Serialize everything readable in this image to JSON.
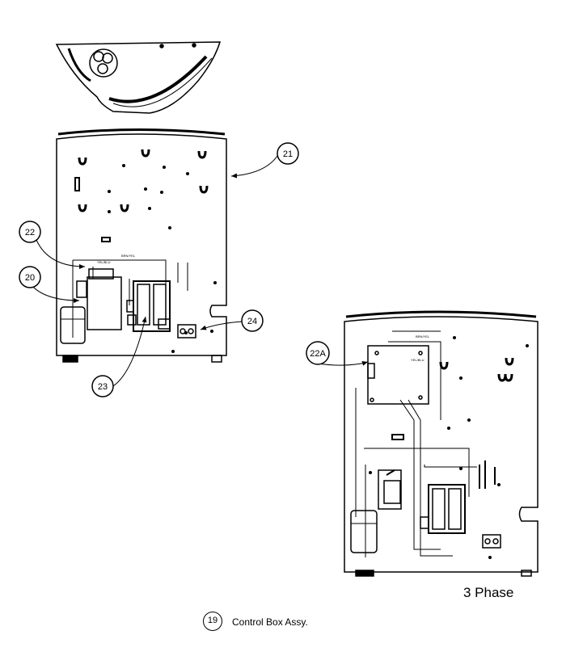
{
  "callouts": [
    {
      "id": "c21",
      "label": "21"
    },
    {
      "id": "c22",
      "label": "22"
    },
    {
      "id": "c20",
      "label": "20"
    },
    {
      "id": "c24",
      "label": "24"
    },
    {
      "id": "c23",
      "label": "23"
    },
    {
      "id": "c22a",
      "label": "22A"
    }
  ],
  "caption": {
    "phase": "3 Phase"
  },
  "legend": {
    "number": "19",
    "text": "Control Box Assy."
  }
}
